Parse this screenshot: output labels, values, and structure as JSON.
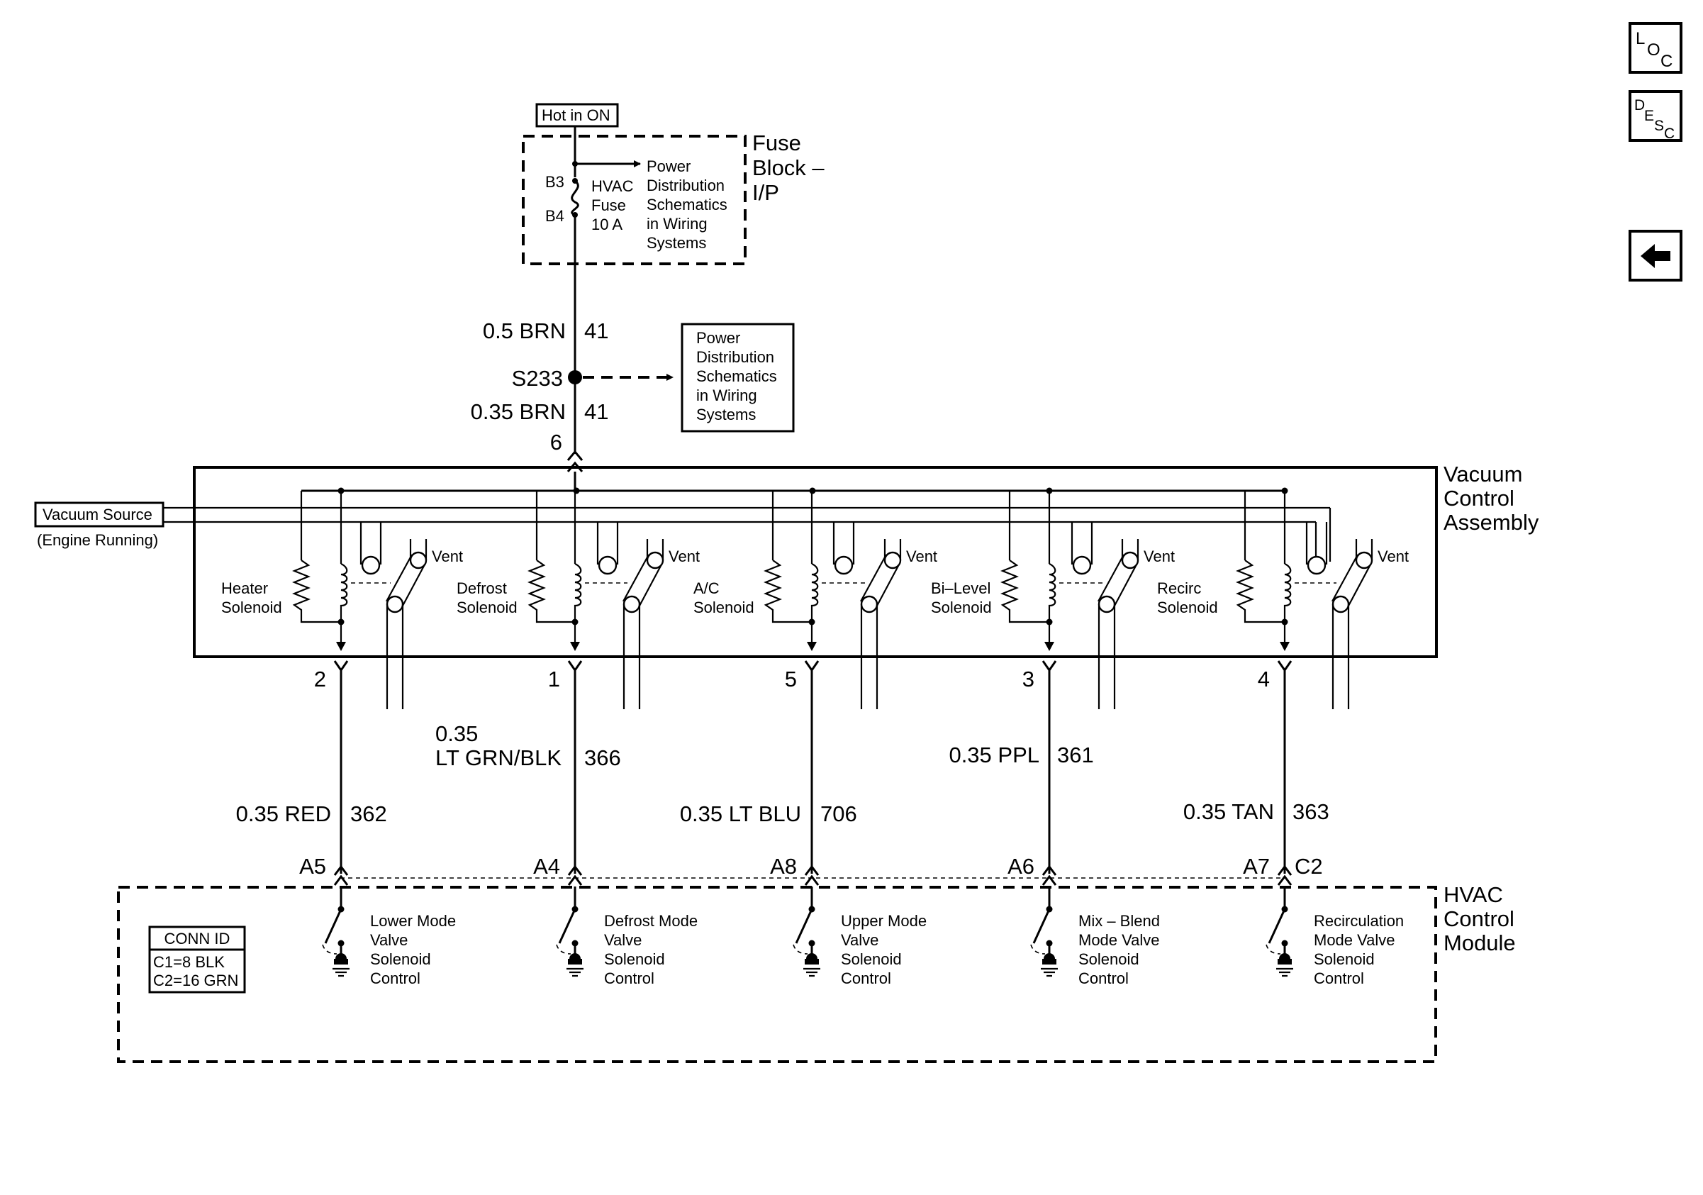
{
  "nav": {
    "loc_text": [
      "L",
      "O",
      "C"
    ],
    "desc_text": [
      "D",
      "E",
      "S",
      "C"
    ],
    "back_icon": "arrow-left-icon"
  },
  "power": {
    "hot_label": "Hot in ON",
    "fuse_block": [
      "Fuse",
      "Block –",
      "I/P"
    ],
    "pin_top": "B3",
    "pin_bottom": "B4",
    "fuse_label": [
      "HVAC",
      "Fuse",
      "10 A"
    ],
    "fuse_ref": [
      "Power",
      "Distribution",
      "Schematics",
      "in Wiring",
      "Systems"
    ],
    "wire_top": {
      "size_color": "0.5 BRN",
      "circuit": "41"
    },
    "splice": "S233",
    "splice_ref": [
      "Power",
      "Distribution",
      "Schematics",
      "in Wiring",
      "Systems"
    ],
    "wire_bottom": {
      "size_color": "0.35 BRN",
      "circuit": "41"
    },
    "pin6": "6"
  },
  "vacuum": {
    "source_label": "Vacuum Source",
    "source_note": "(Engine Running)",
    "assembly_label": [
      "Vacuum",
      "Control",
      "Assembly"
    ],
    "vent_label": "Vent",
    "solenoids": [
      {
        "name": [
          "Heater",
          "Solenoid"
        ],
        "pin": "2"
      },
      {
        "name": [
          "Defrost",
          "Solenoid"
        ],
        "pin": "1"
      },
      {
        "name": [
          "A/C",
          "Solenoid"
        ],
        "pin": "5"
      },
      {
        "name": [
          "Bi–Level",
          "Solenoid"
        ],
        "pin": "3"
      },
      {
        "name": [
          "Recirc",
          "Solenoid"
        ],
        "pin": "4"
      }
    ]
  },
  "wires": [
    {
      "size_color": "0.35 RED",
      "circuit": "362",
      "conn": "A5"
    },
    {
      "size_color": [
        "0.35",
        "LT GRN/BLK"
      ],
      "circuit": "366",
      "conn": "A4"
    },
    {
      "size_color": "0.35 LT BLU",
      "circuit": "706",
      "conn": "A8"
    },
    {
      "size_color": "0.35 PPL",
      "circuit": "361",
      "conn": "A6"
    },
    {
      "size_color": "0.35 TAN",
      "circuit": "363",
      "conn": "A7",
      "conn2": "C2"
    }
  ],
  "module": {
    "label": [
      "HVAC",
      "Control",
      "Module"
    ],
    "conn_id_title": "CONN ID",
    "conn_ids": [
      "C1=8 BLK",
      "C2=16 GRN"
    ],
    "controls": [
      [
        "Lower Mode",
        "Valve",
        "Solenoid",
        "Control"
      ],
      [
        "Defrost Mode",
        "Valve",
        "Solenoid",
        "Control"
      ],
      [
        "Upper Mode",
        "Valve",
        "Solenoid",
        "Control"
      ],
      [
        "Mix – Blend",
        "Mode Valve",
        "Solenoid",
        "Control"
      ],
      [
        "Recirculation",
        "Mode Valve",
        "Solenoid",
        "Control"
      ]
    ]
  }
}
